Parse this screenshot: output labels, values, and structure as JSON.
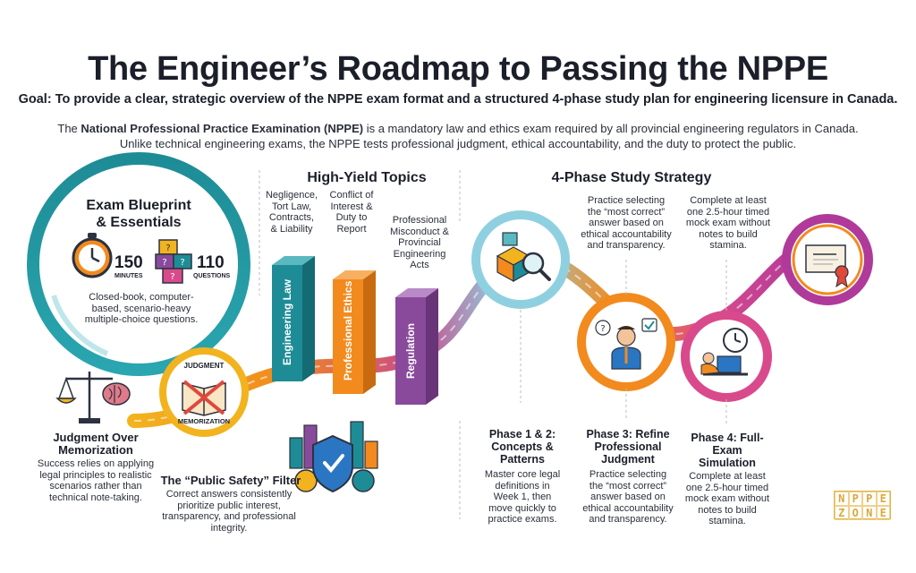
{
  "title": "The Engineer’s Roadmap to Passing the NPPE",
  "goal": "Goal: To provide a clear, strategic overview of the NPPE exam format and a structured 4-phase study plan for engineering licensure in Canada.",
  "intro": {
    "pre": "The ",
    "bold": "National Professional Practice Examination (NPPE)",
    "line1_rest": " is a mandatory law and ethics exam required by all provincial engineering regulators in Canada.",
    "line2": "Unlike technical engineering exams, the NPPE tests professional judgment, ethical accountability, and the duty to protect the public."
  },
  "blueprint": {
    "title_line1": "Exam Blueprint",
    "title_line2": "& Essentials",
    "minutes_value": "150",
    "minutes_label": "MINUTES",
    "questions_value": "110",
    "questions_label": "QUESTIONS",
    "description": "Closed-book, computer-based, scenario-heavy multiple-choice questions."
  },
  "judgment": {
    "badge_top": "JUDGMENT",
    "badge_bottom": "MEMORIZATION",
    "title_line1": "Judgment Over",
    "title_line2": "Memorization",
    "description": "Success relies on applying legal principles to realistic scenarios rather than technical note-taking."
  },
  "public_safety": {
    "title": "The “Public Safety” Filter",
    "description": "Correct answers consistently prioritize public interest, transparency, and professional integrity."
  },
  "topics": {
    "header": "High-Yield Topics",
    "items": [
      {
        "caption": "Negligence, Tort Law, Contracts, & Liability",
        "bar_label": "Engineering Law",
        "color": "#1e8c96"
      },
      {
        "caption": "Conflict of Interest & Duty to Report",
        "bar_label": "Professional Ethics",
        "color": "#f28a1e"
      },
      {
        "caption": "Professional Misconduct & Provincial Engineering Acts",
        "bar_label": "Regulation",
        "color": "#8a4a9c"
      }
    ]
  },
  "strategy": {
    "header": "4-Phase Study Strategy",
    "top_note_1": "Practice selecting the “most correct” answer based on ethical accountability and transparency.",
    "top_note_2": "Complete at least one 2.5-hour timed mock exam without notes to build stamina.",
    "phases": [
      {
        "title": "Phase 1 & 2: Concepts & Patterns",
        "description": "Master core legal definitions in Week 1, then move quickly to practice exams."
      },
      {
        "title": "Phase 3: Refine Professional Judgment",
        "description": "Practice selecting the “most correct” answer based on ethical accountability and transparency."
      },
      {
        "title": "Phase 4: Full-Exam Simulation",
        "description": "Complete at least one 2.5-hour timed mock exam without notes to build stamina."
      }
    ]
  },
  "logo": {
    "letters": [
      "N",
      "P",
      "P",
      "E",
      "Z",
      "O",
      "N",
      "E"
    ]
  },
  "colors": {
    "teal": "#1e8c96",
    "orange": "#f28a1e",
    "purple": "#8a4a9c",
    "pink": "#d94a8c",
    "yellow": "#f2b31e",
    "lightblue": "#9fd8e6"
  }
}
